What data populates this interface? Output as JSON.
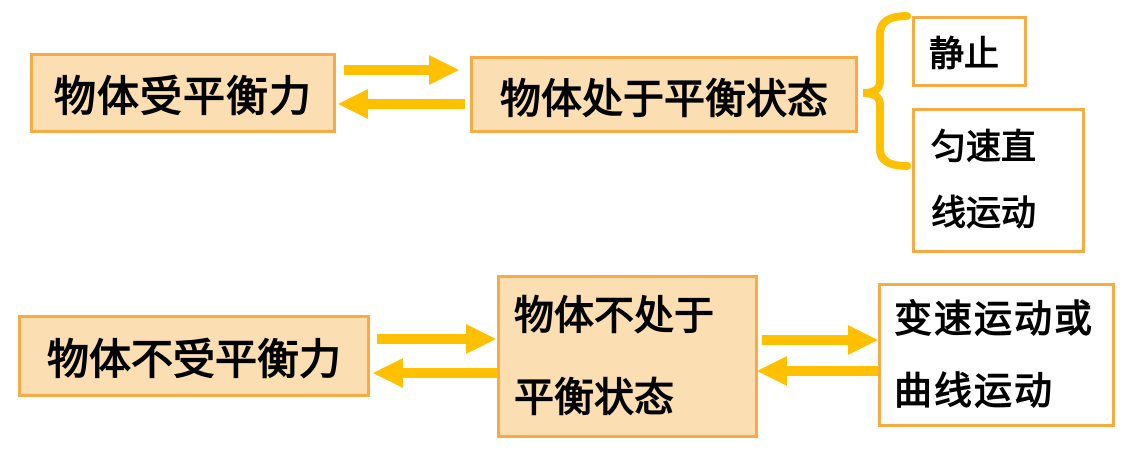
{
  "colors": {
    "background": "#FFFFFF",
    "box_fill": "#FBDFB2",
    "box_border": "#F7AB45",
    "white_fill": "#FFFFFF",
    "arrow": "#FFC000",
    "text": "#000000"
  },
  "diagram": {
    "top_row": {
      "balanced_force": "物体受平衡力",
      "equilibrium_state": "物体处于平衡状态",
      "rest": "静止",
      "uniform_motion_line1": "匀速直",
      "uniform_motion_line2": "线运动"
    },
    "bottom_row": {
      "unbalanced_force": "物体不受平衡力",
      "non_equilibrium_line1": "物体不处于",
      "non_equilibrium_line2": "平衡状态",
      "motion_line1": "变速运动或",
      "motion_line2": "曲线运动"
    }
  }
}
